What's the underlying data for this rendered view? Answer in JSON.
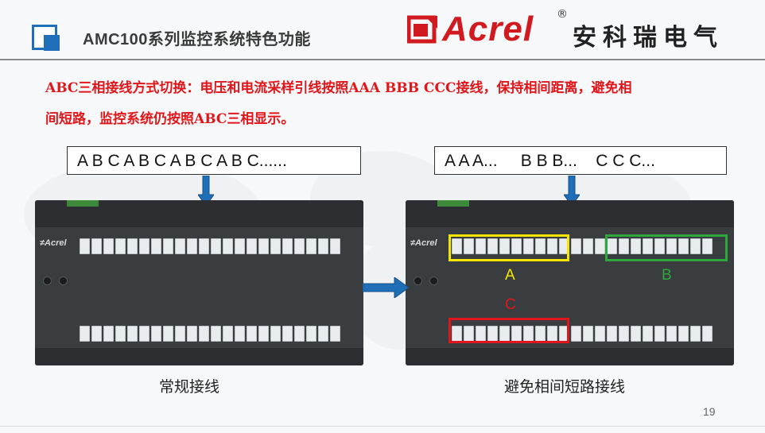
{
  "header": {
    "title": "AMC100系列监控系统特色功能",
    "brand_name": "Acrel",
    "brand_reg": "®",
    "brand_cn": "安科瑞电气"
  },
  "description": {
    "line1": "ABC三相接线方式切换：电压和电流采样引线按照AAA BBB CCC接线，保持相间距离，避免相",
    "line2": "间短路，监控系统仍按照ABC三相显示。"
  },
  "left_panel": {
    "sequence": "A B C A B C A B C A B C......",
    "caption": "常规接线"
  },
  "right_panel": {
    "sequence": "A A A...     B B B...    C C C...",
    "caption": "避免相间短路接线",
    "labels": {
      "a": "A",
      "b": "B",
      "c": "C"
    }
  },
  "colors": {
    "accent_blue": "#1f6fb8",
    "brand_red": "#d11a20",
    "text_red": "#e0161b",
    "highlight_a": "#f4e600",
    "highlight_b": "#2ea83a",
    "highlight_c": "#e0161b"
  },
  "page_number": "19"
}
